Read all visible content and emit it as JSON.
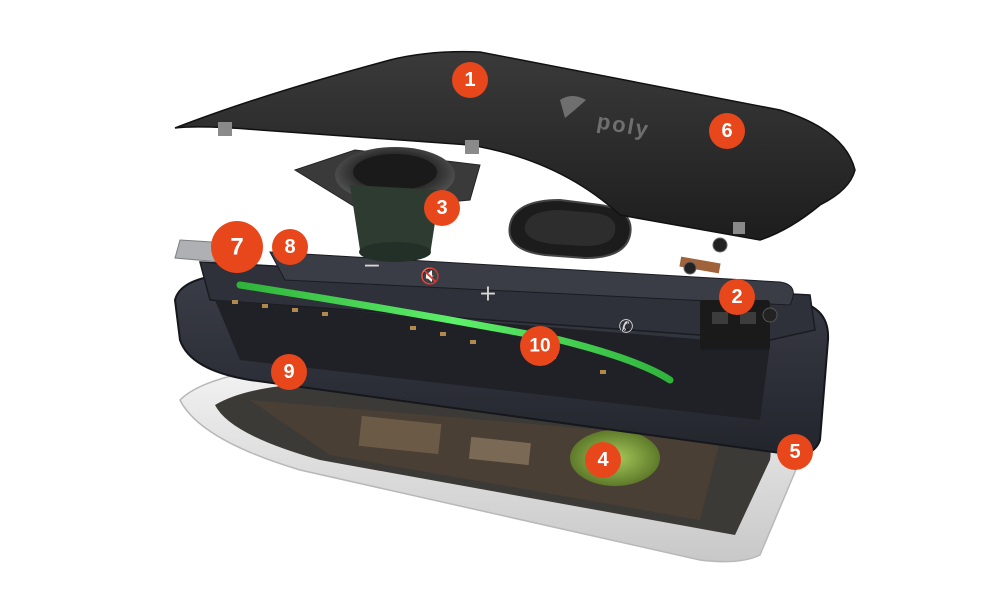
{
  "colors": {
    "callout": "#e8461b",
    "accent_led": "#3fd44a",
    "cover": "#262626",
    "chassis": "#2c2f38",
    "base": "#dedede"
  },
  "brand": {
    "wordmark": "poly"
  },
  "buttons": {
    "volume_down": "−",
    "mute": "🔇",
    "volume_up": "+",
    "call": "✆"
  },
  "callouts": [
    {
      "label": "1"
    },
    {
      "label": "2"
    },
    {
      "label": "3"
    },
    {
      "label": "4"
    },
    {
      "label": "5"
    },
    {
      "label": "6"
    },
    {
      "label": "7"
    },
    {
      "label": "8"
    },
    {
      "label": "9"
    },
    {
      "label": "10"
    }
  ]
}
